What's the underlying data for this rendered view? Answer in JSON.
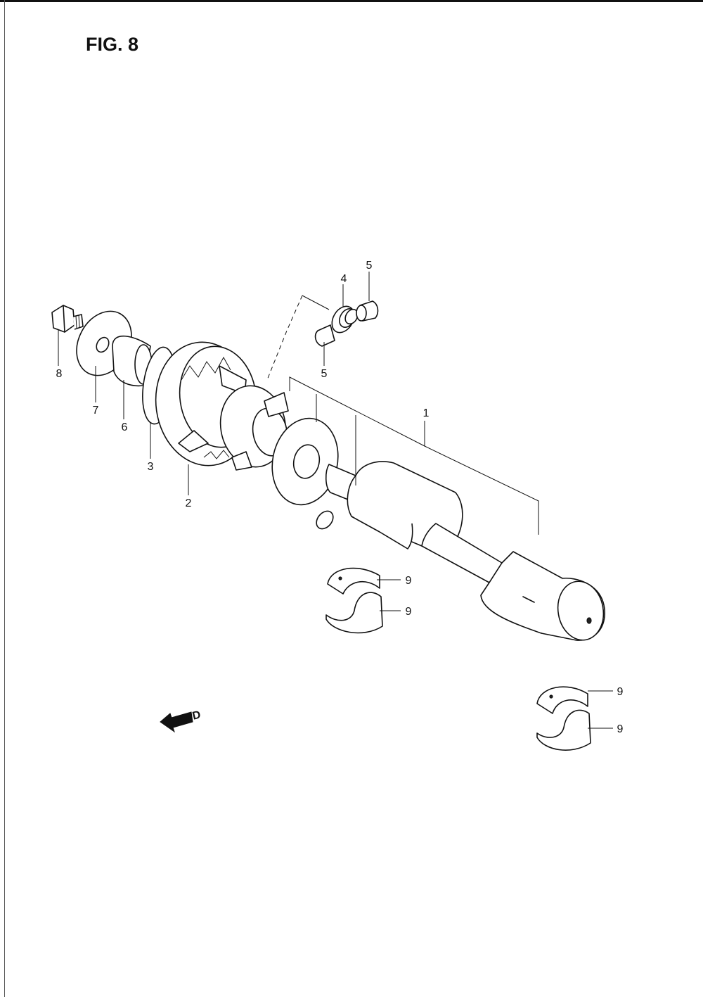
{
  "figure": {
    "title": "FIG. 8"
  },
  "callouts": {
    "p1": "1",
    "p2": "2",
    "p3": "3",
    "p4": "4",
    "p5a": "5",
    "p5b": "5",
    "p6": "6",
    "p7": "7",
    "p8": "8",
    "p9a": "9",
    "p9b": "9",
    "p9c": "9",
    "p9d": "9"
  },
  "fwd": {
    "label": "FWD"
  },
  "icons": {
    "fwd_arrow": "fwd-arrow-icon"
  }
}
